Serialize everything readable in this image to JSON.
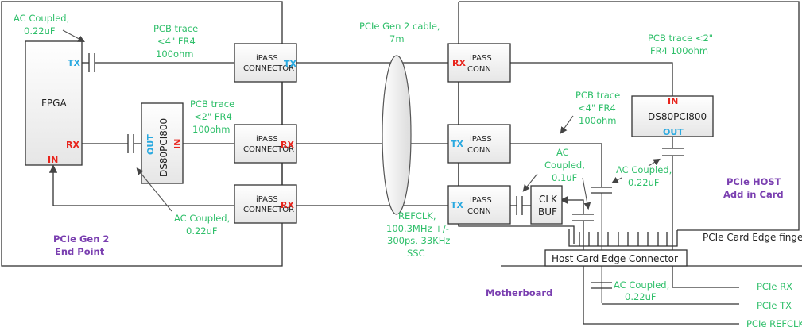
{
  "diagram": {
    "blocks": {
      "fpga": "FPGA",
      "redriver_left": "DS80PCI800",
      "redriver_right": "DS80PCI800",
      "clk_buf_line1": "CLK",
      "clk_buf_line2": "BUF",
      "ipass_connector_line1": "iPASS",
      "ipass_connector_line2": "CONNECTOR",
      "ipass_conn_line2": "CONN",
      "host_card_edge_connector": "Host Card Edge Connector",
      "card_edge_fingers": "PCIe Card Edge fingers"
    },
    "pins": {
      "tx": "TX",
      "rx": "RX",
      "in": "IN",
      "out": "OUT"
    },
    "annotations": {
      "ac_coupled_022_l1": "AC Coupled,",
      "ac_coupled_022_l2": "0.22uF",
      "ac_coupled_01_l1": "AC",
      "ac_coupled_01_l2": "Coupled,",
      "ac_coupled_01_l3": "0.1uF",
      "pcb_4in_l1": "PCB trace",
      "pcb_4in_l2": "<4\" FR4",
      "pcb_4in_l3": "100ohm",
      "pcb_2in_l2": "<2\" FR4",
      "pcb_2in_right_l1": "PCB trace <2\"",
      "pcb_2in_right_l2": "FR4 100ohm",
      "cable_l1": "PCIe Gen 2 cable,",
      "cable_l2": "7m",
      "refclk_l1": "REFCLK,",
      "refclk_l2": "100.3MHz +/-",
      "refclk_l3": "300ps, 33KHz",
      "refclk_l4": "SSC"
    },
    "regions": {
      "endpoint_l1": "PCIe Gen 2",
      "endpoint_l2": "End Point",
      "host_l1": "PCIe HOST",
      "host_l2": "Add in Card",
      "motherboard": "Motherboard"
    },
    "signals": {
      "rx": "PCIe RX",
      "tx": "PCIe TX",
      "refclk": "PCIe REFCLK"
    },
    "colors": {
      "annotation": "#2fbf6a",
      "region_label": "#7a3fb0",
      "rx_in_pin": "#e8241c",
      "tx_out_pin": "#29a9e0"
    }
  }
}
